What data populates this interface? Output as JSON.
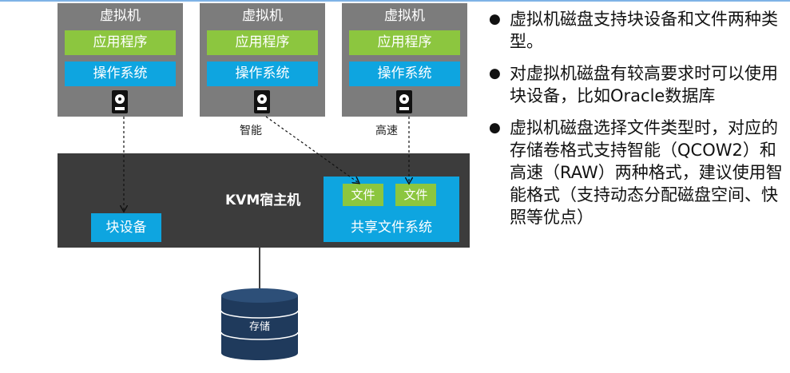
{
  "vms": [
    {
      "title": "虚拟机",
      "app": "应用程序",
      "os": "操作系统",
      "disk_label": ""
    },
    {
      "title": "虚拟机",
      "app": "应用程序",
      "os": "操作系统",
      "disk_label": "智能"
    },
    {
      "title": "虚拟机",
      "app": "应用程序",
      "os": "操作系统",
      "disk_label": "高速"
    }
  ],
  "host": {
    "label": "KVM宿主机",
    "block_device": "块设备",
    "shared_fs": "共享文件系统",
    "files": [
      "文件",
      "文件"
    ]
  },
  "storage": {
    "label": "存储"
  },
  "bullets": [
    "虚拟机磁盘支持块设备和文件两种类型。",
    "对虚拟机磁盘有较高要求时可以使用块设备，比如Oracle数据库",
    "虚拟机磁盘选择文件类型时，对应的存储卷格式支持智能（QCOW2）和高速（RAW）两种格式，建议使用智能格式（支持动态分配磁盘空间、快照等优点）"
  ],
  "colors": {
    "vm_box": "#7c7c7c",
    "app_green": "#8cc63f",
    "os_blue": "#0ea5e0",
    "host_dark": "#3c3c3c",
    "storage_navy": "#1f3a5c"
  }
}
